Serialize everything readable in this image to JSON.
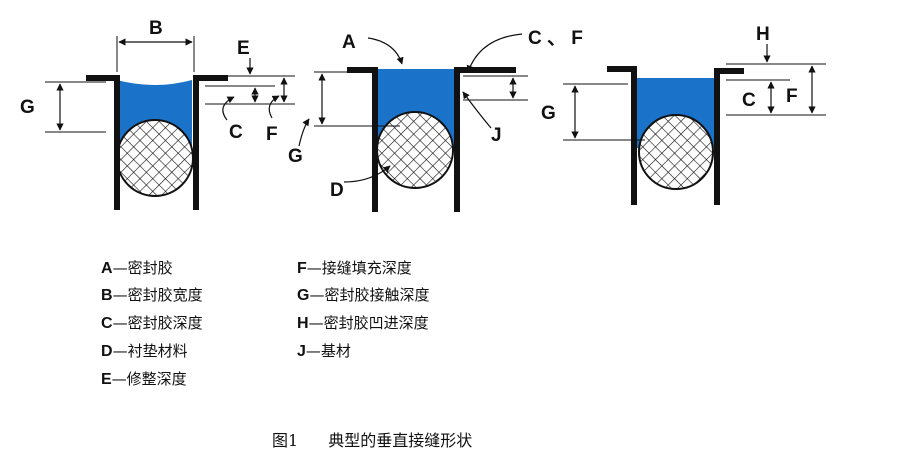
{
  "figure_labels": {
    "d1": {
      "B": "B",
      "E": "E",
      "G": "G",
      "C": "C",
      "F": "F"
    },
    "d2": {
      "A": "A",
      "CF": "C 、 F",
      "G": "G",
      "J": "J",
      "D": "D"
    },
    "d3": {
      "H": "H",
      "G": "G",
      "C": "C",
      "F": "F"
    }
  },
  "legend": {
    "left": [
      {
        "key": "A",
        "text": "—密封胶"
      },
      {
        "key": "B",
        "text": "—密封胶宽度"
      },
      {
        "key": "C",
        "text": "—密封胶深度"
      },
      {
        "key": "D",
        "text": "—衬垫材料"
      },
      {
        "key": "E",
        "text": "—修整深度"
      }
    ],
    "right": [
      {
        "key": "F",
        "text": "—接缝填充深度"
      },
      {
        "key": "G",
        "text": "—密封胶接触深度"
      },
      {
        "key": "H",
        "text": "—密封胶凹进深度"
      },
      {
        "key": "J",
        "text": "—基材"
      }
    ]
  },
  "caption": {
    "number": "图1",
    "title": "典型的垂直接缝形状"
  },
  "colors": {
    "sealant": "#1a73c8",
    "substrate": "#111111",
    "backer_hatch": "#111111"
  }
}
